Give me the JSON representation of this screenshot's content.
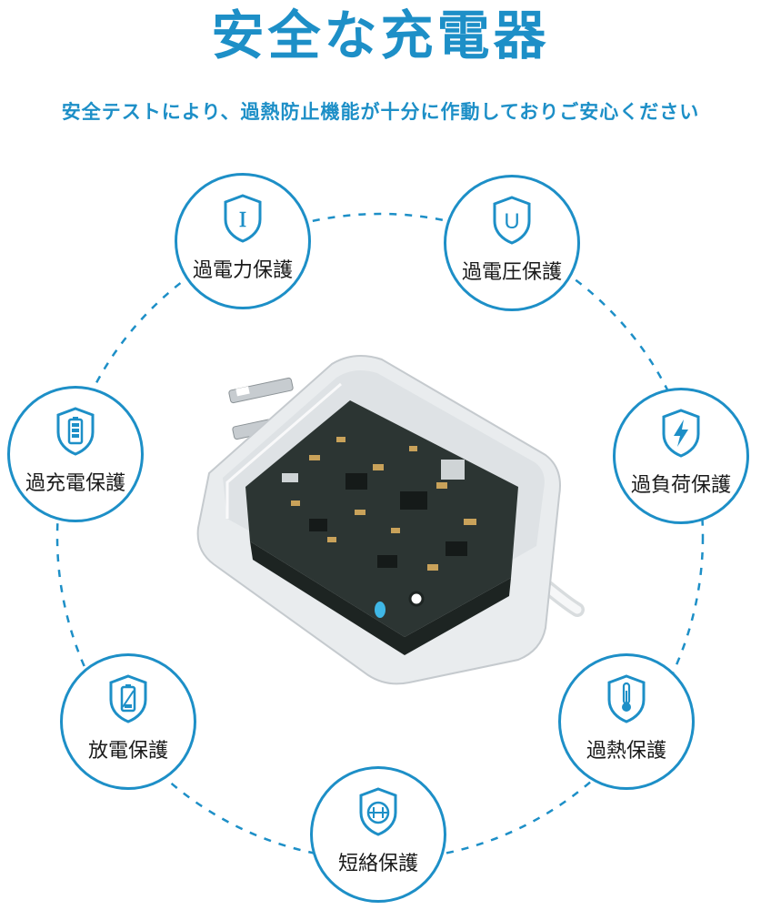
{
  "header": {
    "title": "安全な充電器",
    "subtitle": "安全テストにより、過熱防止機能が十分に作動しておりご安心ください"
  },
  "features": [
    {
      "label": "過電力保護",
      "icon": "shield-letter-i-icon",
      "glyph": "I"
    },
    {
      "label": "過電圧保護",
      "icon": "shield-letter-u-icon",
      "glyph": "U"
    },
    {
      "label": "過充電保護",
      "icon": "shield-battery-full-icon"
    },
    {
      "label": "過負荷保護",
      "icon": "shield-lightning-icon"
    },
    {
      "label": "放電保護",
      "icon": "shield-battery-low-icon"
    },
    {
      "label": "過熱保護",
      "icon": "shield-thermometer-icon"
    },
    {
      "label": "短絡保護",
      "icon": "shield-short-circuit-icon"
    }
  ],
  "colors": {
    "accent": "#1d8fc7",
    "text": "#1a1a1a",
    "device_body": "#e9ecee",
    "pcb": "#2c3533"
  }
}
